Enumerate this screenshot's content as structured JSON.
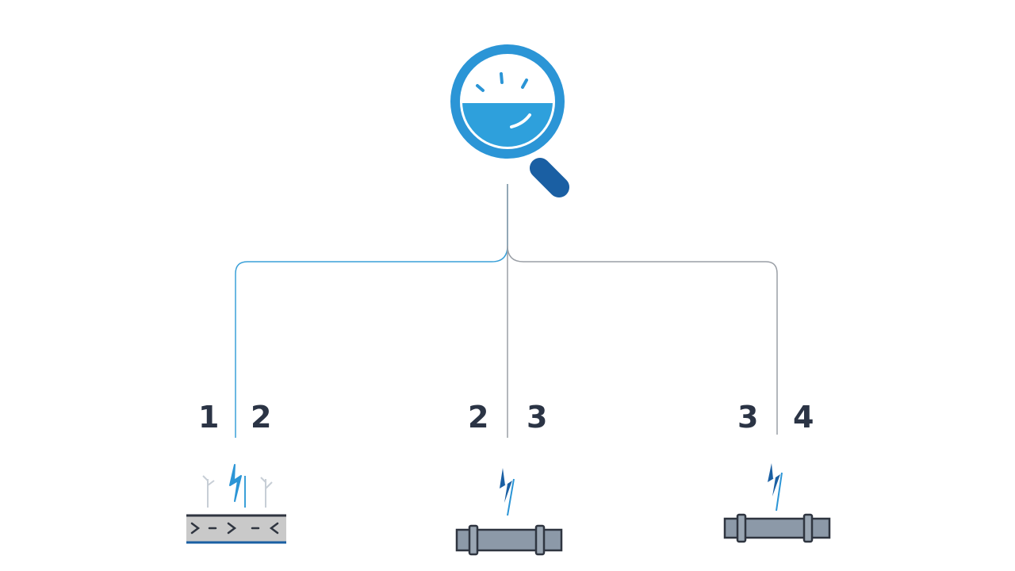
{
  "colors": {
    "accent": "#2b95d6",
    "accent_dark": "#1a5fa3",
    "text": "#2b3445",
    "line_blue": "#3aa0d8",
    "line_gray": "#9a9fa6",
    "pipe": "#8c99a8",
    "pipe_outline": "#2f3540"
  },
  "icons": {
    "root": "magnifier-with-water-level-icon",
    "spark": "lightning-bolt-icon",
    "pipe": "pipe-segment-icon"
  },
  "branches": [
    {
      "left_label": "1",
      "right_label": "2",
      "line_color": "blue",
      "illustration": "leaking-buried-pipe"
    },
    {
      "left_label": "2",
      "right_label": "3",
      "line_color": "gray",
      "illustration": "flanged-pipe"
    },
    {
      "left_label": "3",
      "right_label": "4",
      "line_color": "gray",
      "illustration": "flanged-pipe"
    }
  ]
}
